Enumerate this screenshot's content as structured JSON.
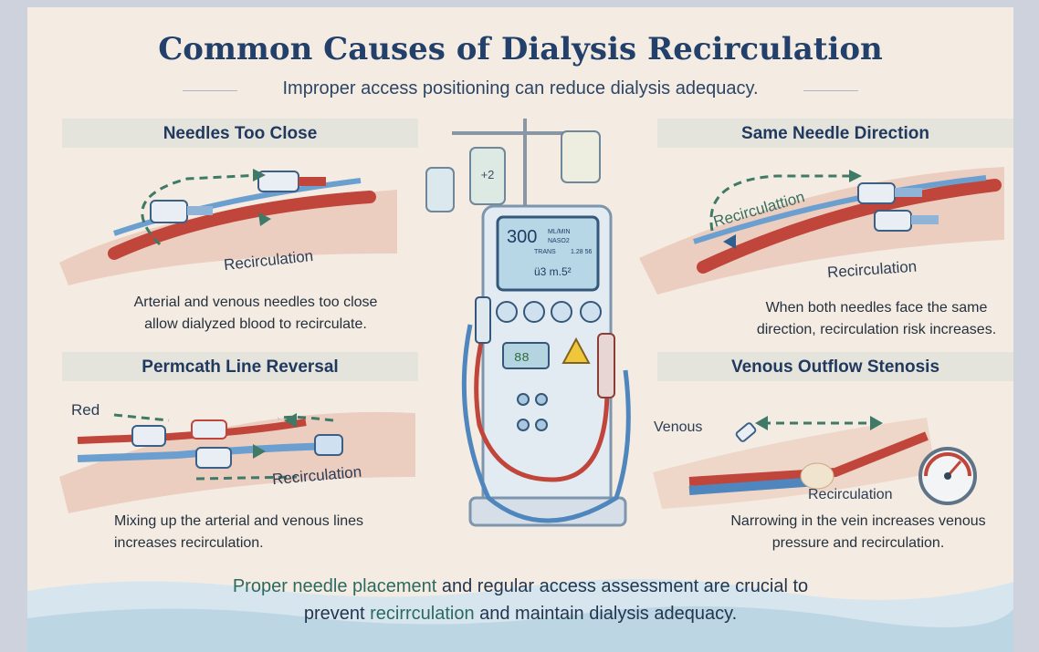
{
  "title": "Common Causes of Dialysis Recirculation",
  "subtitle": "Improper access positioning can reduce dialysis adequacy.",
  "panels": {
    "needles_too_close": {
      "heading": "Needles Too Close",
      "label": "Recirculation",
      "desc_1": "Arterial and venous needles too close",
      "desc_2": "allow dialyzed blood to recirculate."
    },
    "same_direction": {
      "heading": "Same Needle Direction",
      "label_arc": "Recirculattion",
      "label": "Recirculation",
      "desc_1": "When both needles face the same",
      "desc_2": "direction, recirculation risk increases."
    },
    "permcath": {
      "heading": "Permcath Line Reversal",
      "label_red": "Red",
      "label": "Recirculation",
      "desc_1": "Mixing up the arterial and venous lines",
      "desc_2": "increases recirculation."
    },
    "stenosis": {
      "heading": "Venous Outflow Stenosis",
      "label_venous": "Venous",
      "label": "Recirculation",
      "desc_1": "Narrowing in the vein increases venous",
      "desc_2": "pressure and recirculation."
    }
  },
  "machine": {
    "screen_value": "300",
    "screen_unit_1": "ML/MIN",
    "screen_unit_2": "NASO2",
    "screen_sub_1": "TRANS",
    "screen_sub_2": "1.28 56",
    "screen_row": "ü3 m.5²",
    "bag_label": "+2",
    "lcd_digits": "88"
  },
  "footer": {
    "hl_1": "Proper needle placement",
    "text_1": " and regular access assessment are crucial to",
    "text_2a": "prevent ",
    "hl_2": "recirrculation",
    "text_2b": " and maintain dialysis adequacy."
  },
  "colors": {
    "title": "#22406a",
    "arterial_red": "#c0453b",
    "venous_blue": "#4f86bd",
    "arrow_green": "#3f7a66",
    "paper": "#f4ece2"
  }
}
